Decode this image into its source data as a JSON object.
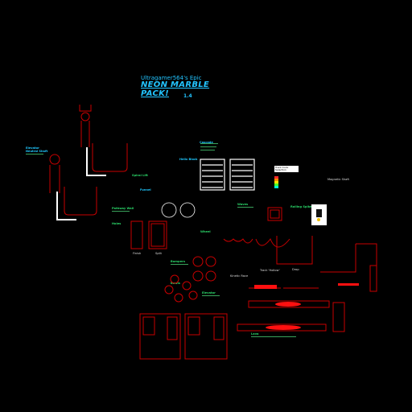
{
  "header": {
    "subtitle": "Ultragamer564's Epic",
    "title_line1": "NEON MARBLE",
    "title_line2": "PACK!",
    "version": "1.4"
  },
  "sections": {
    "elevator_top": "Elevator",
    "elevator_sub": "Neutral Shaft",
    "spiral": "Spiral Lift",
    "funnel": "Funnel",
    "helix": "Helix Block",
    "cascade": "Cascade",
    "pathway": "Pathway Wall",
    "holes": "Holes",
    "wheel": "Wheel",
    "waves": "Waves",
    "rolling_spikes": "Rolling Spikes",
    "magnetic": "Magnetic Shaft",
    "bumpers": "Bumpers",
    "bowls": "Bowls",
    "kinetic": "Kinetic Race",
    "track": "Track 'Hollow'",
    "drop": "Drop",
    "elevator_btm": "Elevator",
    "lava": "Lava",
    "finish": "Finish",
    "split": "Split"
  },
  "palette": {
    "title": "Track Color",
    "subtitle": "Selection",
    "colors": [
      "#ff2a2a",
      "#ff8a00",
      "#ffe500",
      "#47ff2a",
      "#00ffd5"
    ]
  },
  "accent": {
    "track": "#d40000",
    "label": "#20c8ff",
    "note": "#2bd96a"
  }
}
